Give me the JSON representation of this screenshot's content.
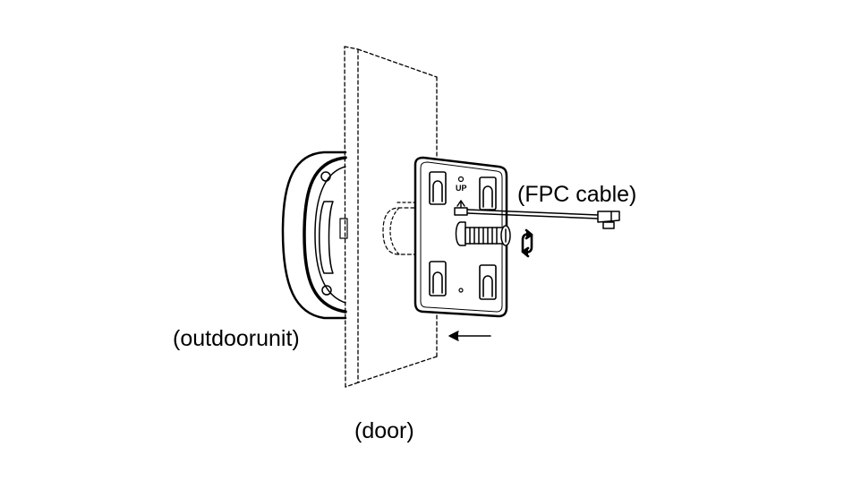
{
  "labels": {
    "fpc_cable": "(FPC cable)",
    "outdoor_unit": "(outdoorunit)",
    "door": "(door)",
    "up_mark": "UP"
  },
  "colors": {
    "stroke": "#000000",
    "background": "#ffffff"
  }
}
